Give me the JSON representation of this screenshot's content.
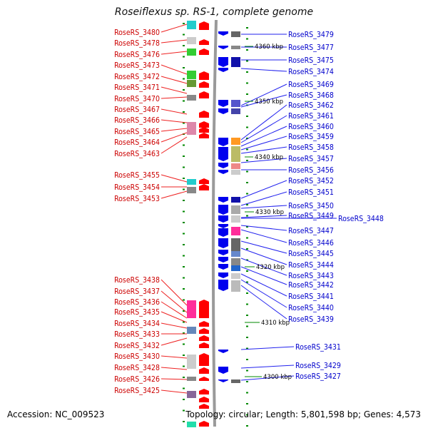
{
  "title": "Roseiflexus sp. RS-1, complete genome",
  "accession": "Accession: NC_009523",
  "topology": "Topology: circular; Length: 5,801,598 bp; Genes: 4,573",
  "colors": {
    "forward_label": "#cc0000",
    "reverse_label": "#0000cc",
    "forward_arrow": "#ff0000",
    "reverse_arrow": "#0000ee",
    "backbone": "#999999",
    "tick": "#008800"
  },
  "left_labels": [
    "RoseRS_3480",
    "RoseRS_3478",
    "RoseRS_3476",
    "RoseRS_3473",
    "RoseRS_3472",
    "RoseRS_3471",
    "RoseRS_3470",
    "RoseRS_3467",
    "RoseRS_3466",
    "RoseRS_3465",
    "RoseRS_3464",
    "RoseRS_3463",
    "RoseRS_3455",
    "RoseRS_3454",
    "RoseRS_3453",
    "RoseRS_3438",
    "RoseRS_3437",
    "RoseRS_3436",
    "RoseRS_3435",
    "RoseRS_3434",
    "RoseRS_3433",
    "RoseRS_3432",
    "RoseRS_3430",
    "RoseRS_3428",
    "RoseRS_3426",
    "RoseRS_3425"
  ],
  "right_labels": [
    "RoseRS_3479",
    "RoseRS_3477",
    "RoseRS_3475",
    "RoseRS_3474",
    "RoseRS_3469",
    "RoseRS_3468",
    "RoseRS_3462",
    "RoseRS_3461",
    "RoseRS_3460",
    "RoseRS_3459",
    "RoseRS_3458",
    "RoseRS_3457",
    "RoseRS_3456",
    "RoseRS_3452",
    "RoseRS_3451",
    "RoseRS_3450",
    "RoseRS_3449",
    "RoseRS_3448",
    "RoseRS_3447",
    "RoseRS_3446",
    "RoseRS_3445",
    "RoseRS_3444",
    "RoseRS_3443",
    "RoseRS_3442",
    "RoseRS_3441",
    "RoseRS_3440",
    "RoseRS_3439",
    "RoseRS_3431",
    "RoseRS_3429",
    "RoseRS_3427"
  ],
  "kbp_marks": [
    "4360 kbp",
    "4350 kbp",
    "4340 kbp",
    "4330 kbp",
    "4320 kbp",
    "4310 kbp",
    "4300 kbp"
  ]
}
